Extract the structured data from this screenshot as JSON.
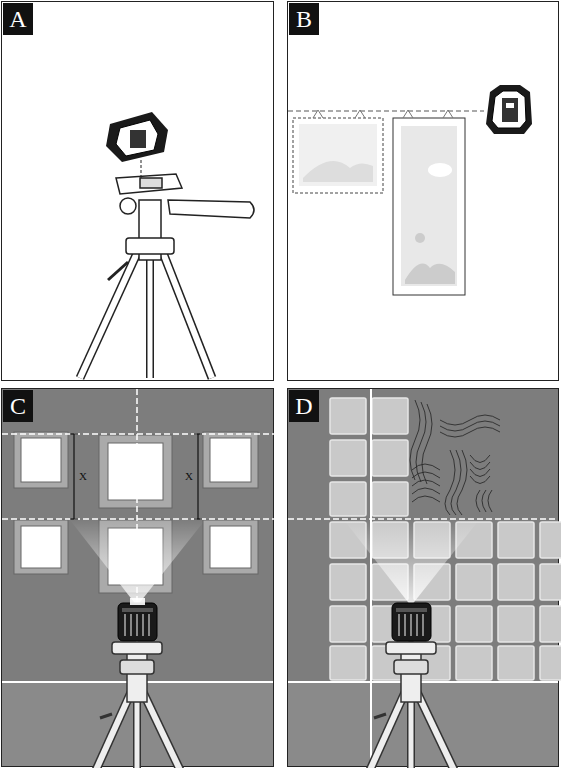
{
  "diagram": {
    "nodes": [
      {
        "text": [
          "A"
        ]
      },
      {
        "text": [
          "B"
        ]
      },
      {
        "text": [
          "C"
        ]
      },
      {
        "text": [
          "D"
        ]
      }
    ],
    "labels": [
      "X",
      "X"
    ]
  }
}
